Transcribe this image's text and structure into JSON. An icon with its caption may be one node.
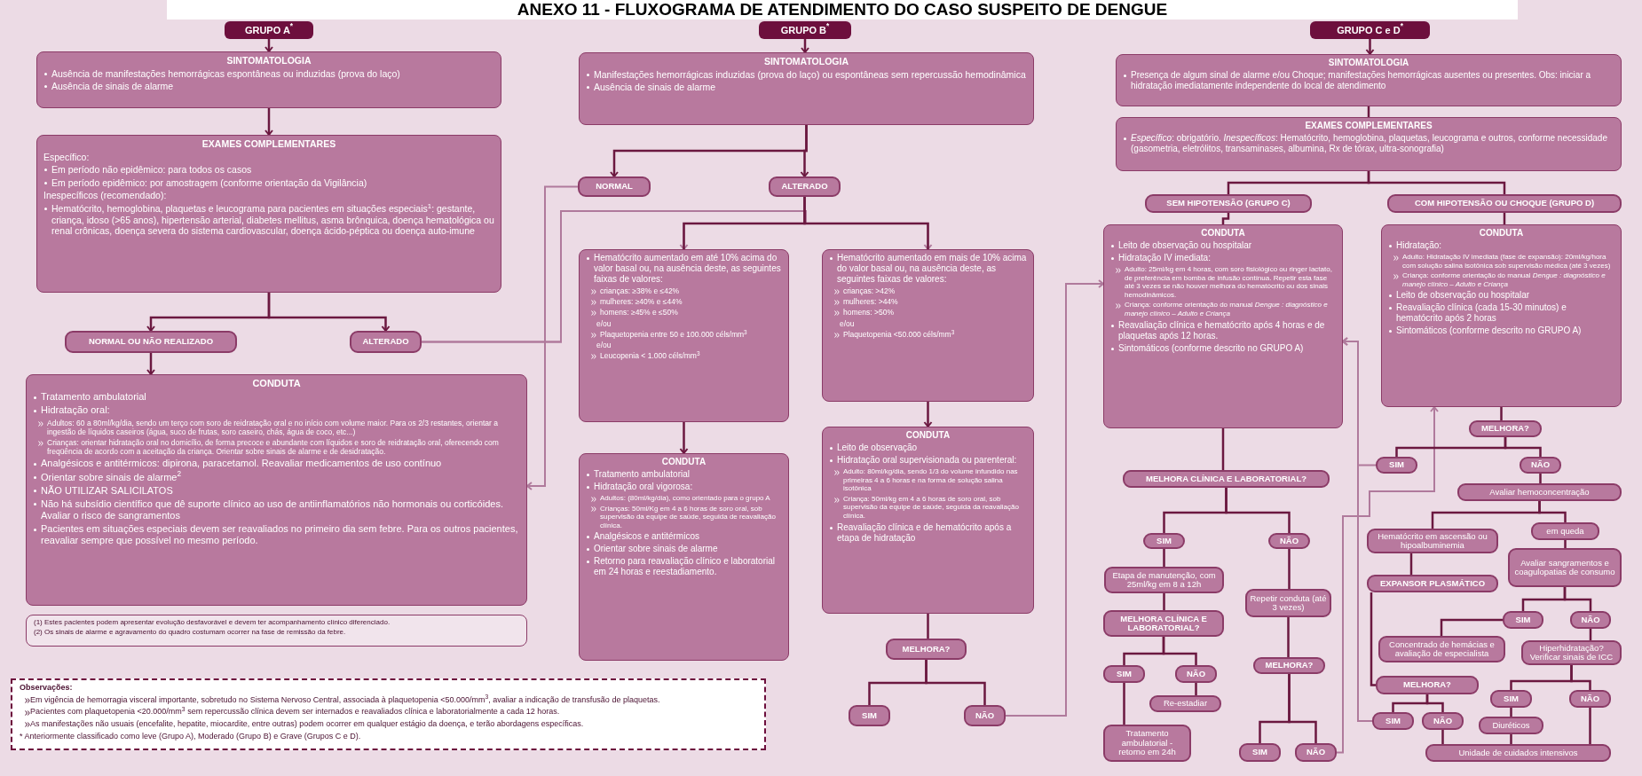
{
  "diagram": {
    "title": "ANEXO 11 - FLUXOGRAMA DE ATENDIMENTO DO CASO SUSPEITO DE DENGUE",
    "nodes": [
      {
        "text": [
          "GRUPO A$^{*}$"
        ]
      },
      {
        "text": [
          "SINTOMATOLOGIA",
          "Ausência de manifestações hemorrágicas espontâneas ou induzidas (prova do laço)",
          "Ausência de sinais de alarme"
        ]
      },
      {
        "text": [
          "EXAMES COMPLEMENTARES",
          "Específico:",
          "Em período não epidêmico: para todos os casos",
          "Em período epidêmico: por amostragem (conforme orientação da Vigilância)",
          "Inespecíficos (recomendado):",
          "Hematócrito, hemoglobina, plaquetas e leucograma para pacientes em situações especiais$^{1}$: gestante, criança, idoso (>65 anos), hipertensão arterial, diabetes mellitus, asma brônquica, doença hematológica ou renal crônicas, doença severa do sistema cardiovascular, doença ácido-péptica ou doença auto-imune"
        ]
      },
      {
        "text": [
          "NORMAL OU NÃO REALIZADO"
        ]
      },
      {
        "text": [
          "ALTERADO"
        ]
      },
      {
        "text": [
          "CONDUTA",
          "Tratamento ambulatorial",
          "Hidratação oral:",
          "Adultos: 60 a 80ml/kg/dia, sendo um terço com soro de reidratação oral e no início com volume maior. Para os 2/3 restantes, orientar a ingestão de líquidos caseiros (água, suco de frutas, soro caseiro, chás, água de coco, etc...)",
          "Crianças: orientar hidratação oral no domicílio, de forma precoce e abundante com líquidos e soro de reidratação oral, oferecendo com freqüência de acordo com a aceitação da criança. Orientar sobre sinais de alarme e de desidratação.",
          "Analgésicos e antitérmicos: dipirona, paracetamol. Reavaliar medicamentos de uso contínuo",
          "Orientar sobre sinais de alarme$^{2}$",
          "NÃO UTILIZAR SALICILATOS",
          "Não há subsídio científico que dê suporte clínico ao uso de antiinflamatórios não hormonais ou corticóides. Avaliar o risco de sangramentos",
          "Pacientes em situações especiais devem ser reavaliados no primeiro dia sem febre. Para os outros pacientes, reavaliar sempre que possível no mesmo período."
        ]
      },
      {
        "text": [
          "(1) Estes pacientes podem apresentar evolução desfavorável e devem ter acompanhamento clínico diferenciado.",
          "(2) Os sinais de alarme e agravamento do quadro costumam ocorrer na fase de remissão da febre."
        ]
      },
      {
        "text": [
          "Observações:",
          "Em vigência de hemorragia visceral importante, sobretudo no Sistema Nervoso Central, associada à plaquetopenia <50.000/mm$^{3}$, avaliar a indicação de transfusão de plaquetas.",
          "Pacientes com plaquetopenia <20.000/mm$^{3}$ sem repercussão clínica devem ser internados e reavaliados clínica e laboratorialmente a cada 12 horas.",
          "As manifestações não usuais (encefalite, hepatite, miocardite, entre outras) podem ocorrer em qualquer estágio da doença, e terão abordagens específicas.",
          "* Anteriormente classificado como leve (Grupo A), Moderado (Grupo B) e Grave (Grupos C e D)."
        ]
      },
      {
        "text": [
          "GRUPO B$^{*}$"
        ]
      },
      {
        "text": [
          "SINTOMATOLOGIA",
          "Manifestações hemorrágicas induzidas (prova do laço) ou espontâneas sem repercussão hemodinâmica",
          "Ausência de sinais de alarme"
        ]
      },
      {
        "text": [
          "NORMAL"
        ]
      },
      {
        "text": [
          "ALTERADO"
        ]
      },
      {
        "text": [
          "Hematócrito aumentado em até 10% acima do valor basal ou, na ausência deste, as seguintes faixas de valores:",
          "crianças: ≥38% e ≤42%",
          "mulheres: ≥40% e ≤44%",
          "homens: ≥45% e ≤50%",
          "e/ou",
          "Plaquetopenia entre 50 e 100.000 céls/mm$^{3}$",
          "e/ou",
          "Leucopenia < 1.000 céls/mm$^{3}$"
        ]
      },
      {
        "text": [
          "Hematócrito aumentado em mais de 10% acima do valor basal ou, na ausência deste, as seguintes faixas de valores:",
          "crianças: >42%",
          "mulheres: >44%",
          "homens: >50%",
          "e/ou",
          "Plaquetopenia <50.000 céls/mm$^{3}$"
        ]
      },
      {
        "text": [
          "CONDUTA",
          "Tratamento ambulatorial",
          "Hidratação oral vigorosa:",
          "Adultos: (80ml/kg/dia), como orientado para o grupo A",
          "Crianças: 50ml/Kg em 4 a 6 horas de soro oral, sob supervisão da equipe de saúde, seguida de reavaliação clínica.",
          "Analgésicos e antitérmicos",
          "Orientar sobre sinais de alarme",
          "Retorno para reavaliação clínico e laboratorial em 24 horas e reestadiamento."
        ]
      },
      {
        "text": [
          "CONDUTA",
          "Leito de observação",
          "Hidratação oral supervisionada ou parenteral:",
          "Adulto: 80ml/kg/dia, sendo 1/3 do volume infundido nas primeiras 4 a 6 horas e na forma de solução salina isotônica",
          "Criança: 50ml/kg em 4 a 6 horas de soro oral, sob supervisão da equipe de saúde, seguida da reavaliação clínica.",
          "Reavaliação clínica e de hematócrito após a etapa de hidratação"
        ]
      },
      {
        "text": [
          "MELHORA?"
        ]
      },
      {
        "text": [
          "SIM"
        ]
      },
      {
        "text": [
          "NÃO"
        ]
      },
      {
        "text": [
          "GRUPO C e D$^{*}$"
        ]
      },
      {
        "text": [
          "SINTOMATOLOGIA",
          "Presença de algum sinal de alarme e/ou Choque; manifestações hemorrágicas ausentes ou presentes. Obs: iniciar a hidratação imediatamente independente do local de atendimento"
        ]
      },
      {
        "text": [
          "EXAMES COMPLEMENTARES",
          "*Específico*: obrigatório. *Inespecíficos*: Hematócrito, hemoglobina, plaquetas, leucograma e outros, conforme necessidade (gasometria, eletrólitos, transaminases, albumina, Rx de tórax, ultra-sonografia)"
        ]
      },
      {
        "text": [
          "SEM HIPOTENSÃO (GRUPO C)"
        ]
      },
      {
        "text": [
          "COM HIPOTENSÃO OU CHOQUE (GRUPO D)"
        ]
      },
      {
        "text": [
          "CONDUTA",
          "Leito de observação ou hospitalar",
          "Hidratação IV imediata:",
          "Adulto: 25ml/kg em 4 horas, com soro fisiológico ou ringer lactato, de preferência em bomba de infusão contínua. Repetir esta fase até 3 vezes se não houver melhora do hematócrito ou dos sinais hemodinâmicos.",
          "Criança: conforme orientação do manual *Dengue : diagnóstico e manejo clínico – Adulto e Criança*",
          "Reavaliação clínica e hematócrito após 4 horas e de plaquetas após 12 horas.",
          "Sintomáticos (conforme descrito no GRUPO A)"
        ]
      },
      {
        "text": [
          "CONDUTA",
          "Hidratação:",
          "Adulto: Hidratação IV imediata (fase de expansão): 20ml/kg/hora com solução salina isotônica sob supervisão médica (até 3 vezes)",
          "Criança: conforme orientação do manual *Dengue : diagnóstico e manejo clínico – Adulto e Criança*",
          "Leito de observação ou hospitalar",
          "Reavaliação clínica (cada 15-30 minutos) e hematócrito após 2 horas",
          "Sintomáticos (conforme descrito no GRUPO A)"
        ]
      },
      {
        "text": [
          "MELHORA CLÍNICA E LABORATORIAL?"
        ]
      },
      {
        "text": [
          "SIM"
        ]
      },
      {
        "text": [
          "NÃO"
        ]
      },
      {
        "text": [
          "Etapa de manutenção, com 25ml/kg em 8 a 12h"
        ]
      },
      {
        "text": [
          "Repetir conduta (até 3 vezes)"
        ]
      },
      {
        "text": [
          "MELHORA CLÍNICA E LABORATORIAL?"
        ]
      },
      {
        "text": [
          "MELHORA?"
        ]
      },
      {
        "text": [
          "SIM"
        ]
      },
      {
        "text": [
          "NÃO"
        ]
      },
      {
        "text": [
          "Re-estadiar"
        ]
      },
      {
        "text": [
          "Tratamento ambulatorial - retorno em 24h"
        ]
      },
      {
        "text": [
          "SIM"
        ]
      },
      {
        "text": [
          "NÃO"
        ]
      },
      {
        "text": [
          "MELHORA?"
        ]
      },
      {
        "text": [
          "SIM"
        ]
      },
      {
        "text": [
          "NÃO"
        ]
      },
      {
        "text": [
          "Avaliar hemoconcentração"
        ]
      },
      {
        "text": [
          "Hematócrito em ascensão ou hipoalbuminemia"
        ]
      },
      {
        "text": [
          "em queda"
        ]
      },
      {
        "text": [
          "EXPANSOR PLASMÁTICO"
        ]
      },
      {
        "text": [
          "Avaliar sangramentos e coagulopatias de consumo"
        ]
      },
      {
        "text": [
          "SIM"
        ]
      },
      {
        "text": [
          "NÃO"
        ]
      },
      {
        "text": [
          "Concentrado de hemácias e avaliação de especialista"
        ]
      },
      {
        "text": [
          "Hiperhidratação? Verificar sinais de ICC"
        ]
      },
      {
        "text": [
          "MELHORA?"
        ]
      },
      {
        "text": [
          "SIM"
        ]
      },
      {
        "text": [
          "NÃO"
        ]
      },
      {
        "text": [
          "SIM"
        ]
      },
      {
        "text": [
          "NÃO"
        ]
      },
      {
        "text": [
          "Diuréticos"
        ]
      },
      {
        "text": [
          "Unidade de cuidados intensivos"
        ]
      }
    ],
    "edges": [
      {
        "from": 0,
        "to": 1,
        "arrow": "to"
      },
      {
        "from": 1,
        "to": 2,
        "arrow": "to"
      },
      {
        "from": 2,
        "to": 3,
        "arrow": "to"
      },
      {
        "from": 2,
        "to": 4,
        "arrow": "to"
      },
      {
        "from": 3,
        "to": 5,
        "arrow": "to"
      },
      {
        "from": 4,
        "to": 12,
        "arrow": "to",
        "color": "#b07a9c"
      },
      {
        "from": 4,
        "to": 13,
        "arrow": "to",
        "color": "#b07a9c"
      },
      {
        "from": 8,
        "to": 9,
        "arrow": "to"
      },
      {
        "from": 9,
        "to": 10,
        "arrow": "to"
      },
      {
        "from": 9,
        "to": 11,
        "arrow": "to"
      },
      {
        "from": 11,
        "to": 12,
        "arrow": "none"
      },
      {
        "from": 11,
        "to": 13,
        "arrow": "none"
      },
      {
        "from": 10,
        "to": 5,
        "arrow": "to",
        "color": "#b07a9c"
      },
      {
        "from": 12,
        "to": 14,
        "arrow": "to"
      },
      {
        "from": 13,
        "to": 15,
        "arrow": "to"
      },
      {
        "from": 15,
        "to": 16,
        "arrow": "none"
      },
      {
        "from": 16,
        "to": 17,
        "arrow": "none"
      },
      {
        "from": 16,
        "to": 18,
        "arrow": "none"
      },
      {
        "from": 18,
        "to": 24,
        "arrow": "to",
        "color": "#b07a9c"
      },
      {
        "from": 19,
        "to": 20,
        "arrow": "to"
      },
      {
        "from": 20,
        "to": 21,
        "arrow": "none"
      },
      {
        "from": 21,
        "to": 22,
        "arrow": "none"
      },
      {
        "from": 21,
        "to": 23,
        "arrow": "none"
      },
      {
        "from": 22,
        "to": 24,
        "arrow": "none"
      },
      {
        "from": 23,
        "to": 25,
        "arrow": "none"
      },
      {
        "from": 24,
        "to": 26,
        "arrow": "none"
      },
      {
        "from": 26,
        "to": 27,
        "arrow": "none"
      },
      {
        "from": 26,
        "to": 28,
        "arrow": "none"
      },
      {
        "from": 27,
        "to": 29,
        "arrow": "none"
      },
      {
        "from": 29,
        "to": 31,
        "arrow": "none"
      },
      {
        "from": 31,
        "to": 33,
        "arrow": "none"
      },
      {
        "from": 31,
        "to": 34,
        "arrow": "none"
      },
      {
        "from": 33,
        "to": 36,
        "arrow": "none"
      },
      {
        "from": 34,
        "to": 35,
        "arrow": "none"
      },
      {
        "from": 28,
        "to": 30,
        "arrow": "none"
      },
      {
        "from": 30,
        "to": 32,
        "arrow": "none"
      },
      {
        "from": 32,
        "to": 37,
        "arrow": "none"
      },
      {
        "from": 32,
        "to": 38,
        "arrow": "none"
      },
      {
        "from": 38,
        "to": 25,
        "arrow": "to",
        "color": "#b07a9c"
      },
      {
        "from": 25,
        "to": 39,
        "arrow": "none"
      },
      {
        "from": 39,
        "to": 40,
        "arrow": "none"
      },
      {
        "from": 39,
        "to": 41,
        "arrow": "none"
      },
      {
        "from": 40,
        "to": 24,
        "arrow": "to",
        "color": "#b07a9c"
      },
      {
        "from": 41,
        "to": 42,
        "arrow": "none"
      },
      {
        "from": 42,
        "to": 43,
        "arrow": "none"
      },
      {
        "from": 42,
        "to": 44,
        "arrow": "none"
      },
      {
        "from": 43,
        "to": 45,
        "arrow": "none"
      },
      {
        "from": 44,
        "to": 46,
        "arrow": "none"
      },
      {
        "from": 46,
        "to": 47,
        "arrow": "none"
      },
      {
        "from": 46,
        "to": 48,
        "arrow": "none"
      },
      {
        "from": 47,
        "to": 49,
        "arrow": "none"
      },
      {
        "from": 48,
        "to": 50,
        "arrow": "none"
      },
      {
        "from": 45,
        "to": 51,
        "arrow": "none"
      },
      {
        "from": 51,
        "to": 52,
        "arrow": "none"
      },
      {
        "from": 51,
        "to": 53,
        "arrow": "none"
      },
      {
        "from": 52,
        "to": 24,
        "arrow": "to",
        "color": "#b07a9c"
      },
      {
        "from": 53,
        "to": 57,
        "arrow": "none"
      },
      {
        "from": 50,
        "to": 54,
        "arrow": "none"
      },
      {
        "from": 50,
        "to": 55,
        "arrow": "none"
      },
      {
        "from": 54,
        "to": 56,
        "arrow": "none"
      },
      {
        "from": 56,
        "to": 57,
        "arrow": "none"
      },
      {
        "from": 55,
        "to": 57,
        "arrow": "none"
      }
    ]
  }
}
